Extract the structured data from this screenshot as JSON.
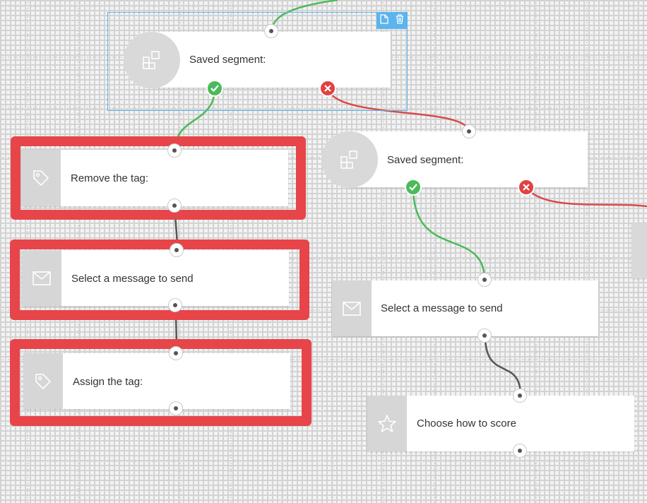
{
  "canvas": {
    "background": "#f3f3f3",
    "accent_selection": "#5bb4ee",
    "highlight_color": "#e74549",
    "yes_color": "#4cba5a",
    "no_color": "#e24141"
  },
  "selection_toolbar": {
    "icons": [
      "copy-icon",
      "trash-icon"
    ]
  },
  "nodes": {
    "segment_top": {
      "label": "Saved segment:",
      "icon": "segment-icon"
    },
    "remove_tag": {
      "label": "Remove the tag:",
      "icon": "tag-icon"
    },
    "send_message_left": {
      "label": "Select a message to send",
      "icon": "envelope-icon"
    },
    "assign_tag": {
      "label": "Assign the tag:",
      "icon": "tag-icon"
    },
    "segment_right": {
      "label": "Saved segment:",
      "icon": "segment-icon"
    },
    "send_message_right": {
      "label": "Select a message to send",
      "icon": "envelope-icon"
    },
    "score": {
      "label": "Choose how to score",
      "icon": "star-icon"
    }
  },
  "condition_badges": {
    "yes_icon": "check-icon",
    "no_icon": "x-icon"
  }
}
